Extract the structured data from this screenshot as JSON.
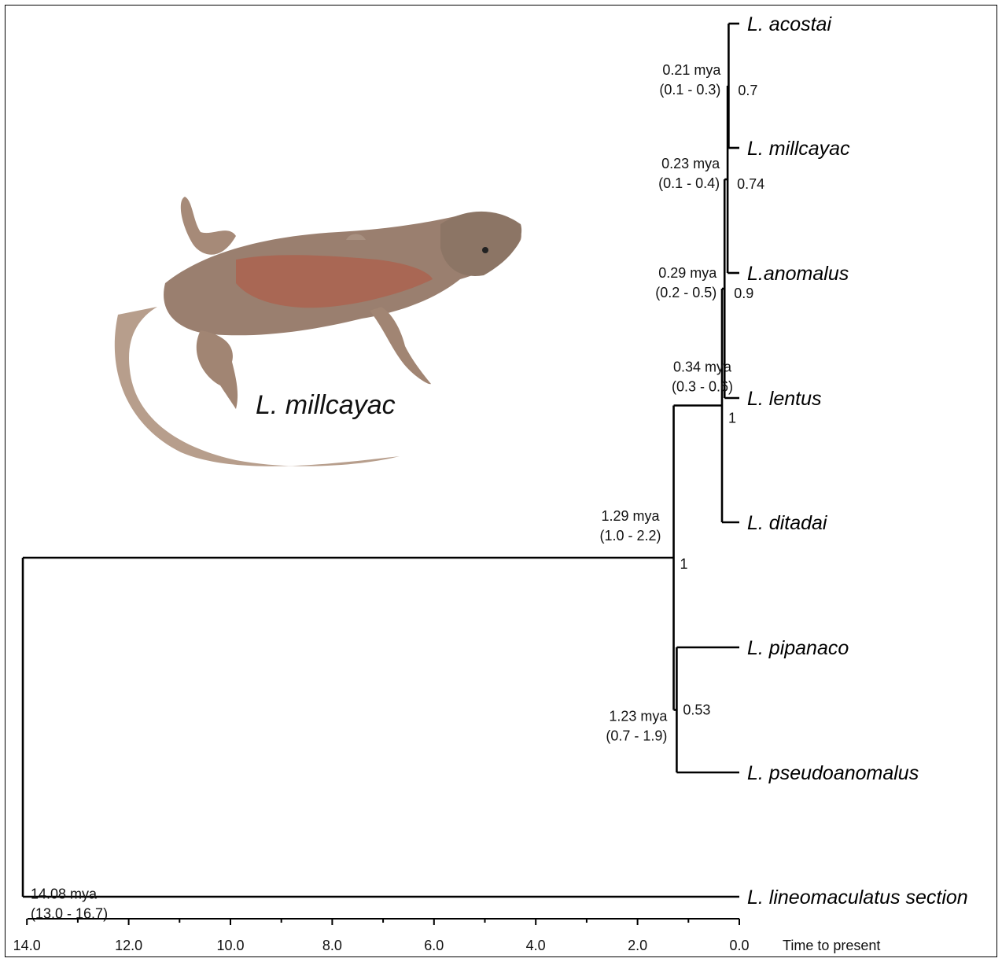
{
  "tree": {
    "taxa": [
      {
        "id": "acostai",
        "label": "L. acostai"
      },
      {
        "id": "millcayac",
        "label": "L. millcayac"
      },
      {
        "id": "anomalus",
        "label": "L.anomalus"
      },
      {
        "id": "lentus",
        "label": "L. lentus"
      },
      {
        "id": "ditadai",
        "label": "L. ditadai"
      },
      {
        "id": "pipanaco",
        "label": "L. pipanaco"
      },
      {
        "id": "pseudoanomalus",
        "label": "L. pseudoanomalus"
      },
      {
        "id": "lineomaculatus",
        "label": "L. lineomaculatus section"
      }
    ],
    "nodes": [
      {
        "id": "n1",
        "age_label": "0.21 mya",
        "hpd_label": "(0.1 - 0.3)",
        "support": "0.7",
        "age": 0.21
      },
      {
        "id": "n2",
        "age_label": "0.23 mya",
        "hpd_label": "(0.1 - 0.4)",
        "support": "0.74",
        "age": 0.23
      },
      {
        "id": "n3",
        "age_label": "0.29 mya",
        "hpd_label": "(0.2 - 0.5)",
        "support": "0.9",
        "age": 0.29
      },
      {
        "id": "n4",
        "age_label": "0.34 mya",
        "hpd_label": "(0.3 - 0.6)",
        "support": "1",
        "age": 0.34
      },
      {
        "id": "n5",
        "age_label": "1.29 mya",
        "hpd_label": "(1.0 - 2.2)",
        "support": "1",
        "age": 1.29
      },
      {
        "id": "n6",
        "age_label": "1.23 mya",
        "hpd_label": "(0.7 - 1.9)",
        "support": "0.53",
        "age": 1.23
      },
      {
        "id": "root",
        "age_label": "14.08 mya",
        "hpd_label": "(13.0 - 16.7)",
        "support": "",
        "age": 14.08
      }
    ],
    "edges": [
      [
        "n1",
        "acostai"
      ],
      [
        "n1",
        "millcayac"
      ],
      [
        "n2",
        "n1"
      ],
      [
        "n2",
        "anomalus"
      ],
      [
        "n3",
        "n2"
      ],
      [
        "n3",
        "lentus"
      ],
      [
        "n4",
        "n3"
      ],
      [
        "n4",
        "ditadai"
      ],
      [
        "n6",
        "pipanaco"
      ],
      [
        "n6",
        "pseudoanomalus"
      ],
      [
        "n5",
        "n4"
      ],
      [
        "n5",
        "n6"
      ],
      [
        "root",
        "n5"
      ],
      [
        "root",
        "lineomaculatus"
      ]
    ]
  },
  "axis": {
    "title": "Time to present",
    "ticks": [
      "14.0",
      "12.0",
      "10.0",
      "8.0",
      "6.0",
      "4.0",
      "2.0",
      "0.0"
    ],
    "tick_values": [
      14,
      12,
      10,
      8,
      6,
      4,
      2,
      0
    ]
  },
  "photo": {
    "label": "L. millcayac",
    "icon": "lizard-photo"
  }
}
